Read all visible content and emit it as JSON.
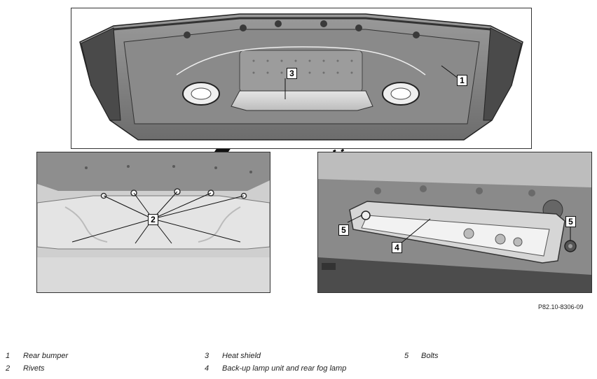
{
  "callouts": {
    "c1": "1",
    "c3": "3",
    "c2": "2",
    "c5a": "5",
    "c5b": "5",
    "c4": "4"
  },
  "reference_code": "P82.10-8306-09",
  "legend": [
    {
      "num": "1",
      "text": "Rear bumper"
    },
    {
      "num": "2",
      "text": "Rivets"
    },
    {
      "num": "3",
      "text": "Heat shield"
    },
    {
      "num": "4",
      "text": "Back-up lamp unit and rear fog lamp"
    },
    {
      "num": "5",
      "text": "Bolts"
    }
  ]
}
